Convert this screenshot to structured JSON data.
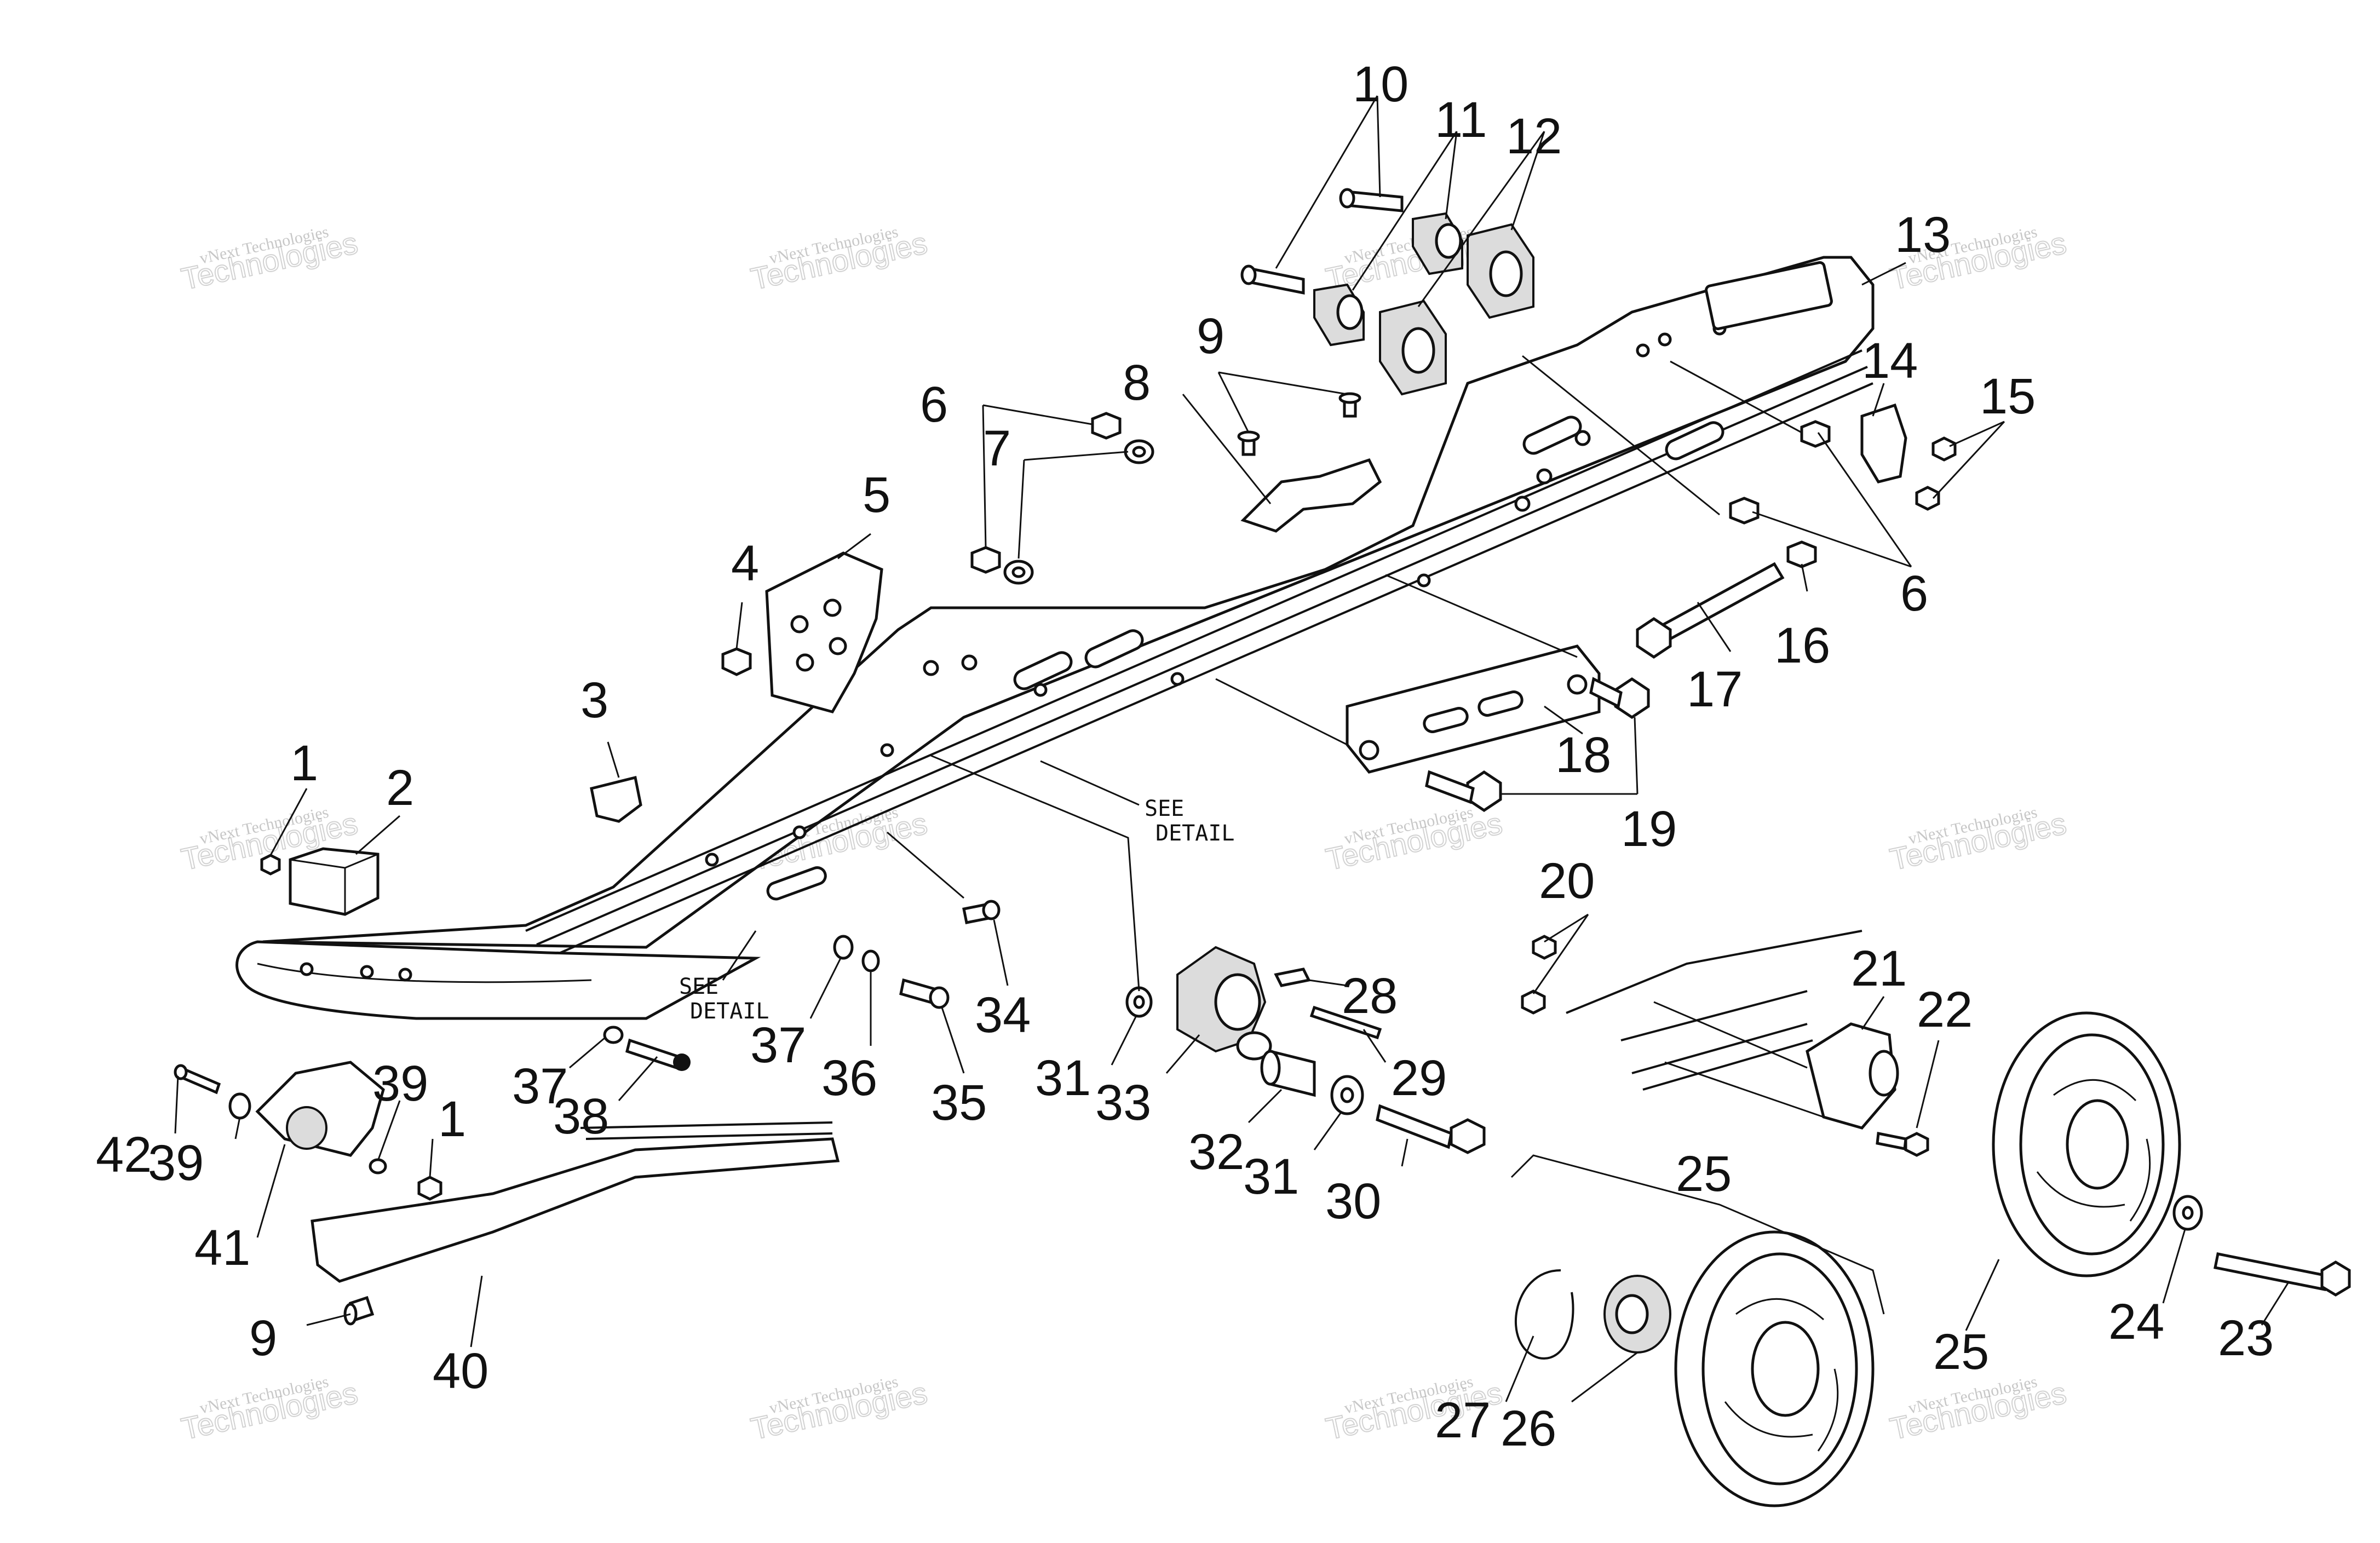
{
  "labels": [
    {
      "id": "1a",
      "text": "1"
    },
    {
      "id": "2",
      "text": "2"
    },
    {
      "id": "3",
      "text": "3"
    },
    {
      "id": "4",
      "text": "4"
    },
    {
      "id": "5",
      "text": "5"
    },
    {
      "id": "6a",
      "text": "6"
    },
    {
      "id": "6b",
      "text": "6"
    },
    {
      "id": "7",
      "text": "7"
    },
    {
      "id": "8",
      "text": "8"
    },
    {
      "id": "9a",
      "text": "9"
    },
    {
      "id": "9b",
      "text": "9"
    },
    {
      "id": "10",
      "text": "10"
    },
    {
      "id": "11",
      "text": "11"
    },
    {
      "id": "12",
      "text": "12"
    },
    {
      "id": "13",
      "text": "13"
    },
    {
      "id": "14",
      "text": "14"
    },
    {
      "id": "15",
      "text": "15"
    },
    {
      "id": "16",
      "text": "16"
    },
    {
      "id": "17",
      "text": "17"
    },
    {
      "id": "18",
      "text": "18"
    },
    {
      "id": "19",
      "text": "19"
    },
    {
      "id": "20",
      "text": "20"
    },
    {
      "id": "21",
      "text": "21"
    },
    {
      "id": "22",
      "text": "22"
    },
    {
      "id": "23",
      "text": "23"
    },
    {
      "id": "24",
      "text": "24"
    },
    {
      "id": "25a",
      "text": "25"
    },
    {
      "id": "25b",
      "text": "25"
    },
    {
      "id": "26",
      "text": "26"
    },
    {
      "id": "27",
      "text": "27"
    },
    {
      "id": "28",
      "text": "28"
    },
    {
      "id": "29",
      "text": "29"
    },
    {
      "id": "30",
      "text": "30"
    },
    {
      "id": "31a",
      "text": "31"
    },
    {
      "id": "31b",
      "text": "31"
    },
    {
      "id": "32",
      "text": "32"
    },
    {
      "id": "33",
      "text": "33"
    },
    {
      "id": "34",
      "text": "34"
    },
    {
      "id": "35",
      "text": "35"
    },
    {
      "id": "36",
      "text": "36"
    },
    {
      "id": "37a",
      "text": "37"
    },
    {
      "id": "37b",
      "text": "37"
    },
    {
      "id": "38",
      "text": "38"
    },
    {
      "id": "39a",
      "text": "39"
    },
    {
      "id": "39b",
      "text": "39"
    },
    {
      "id": "1b",
      "text": "1"
    },
    {
      "id": "40",
      "text": "40"
    },
    {
      "id": "41",
      "text": "41"
    },
    {
      "id": "42",
      "text": "42"
    }
  ],
  "notes": {
    "see_detail_1_line1": "SEE",
    "see_detail_1_line2": "DETAIL",
    "see_detail_2_line1": "SEE",
    "see_detail_2_line2": "DETAIL"
  },
  "watermark": {
    "small": "vNext Technologies",
    "big": "Technologies",
    "top": "vNext"
  }
}
